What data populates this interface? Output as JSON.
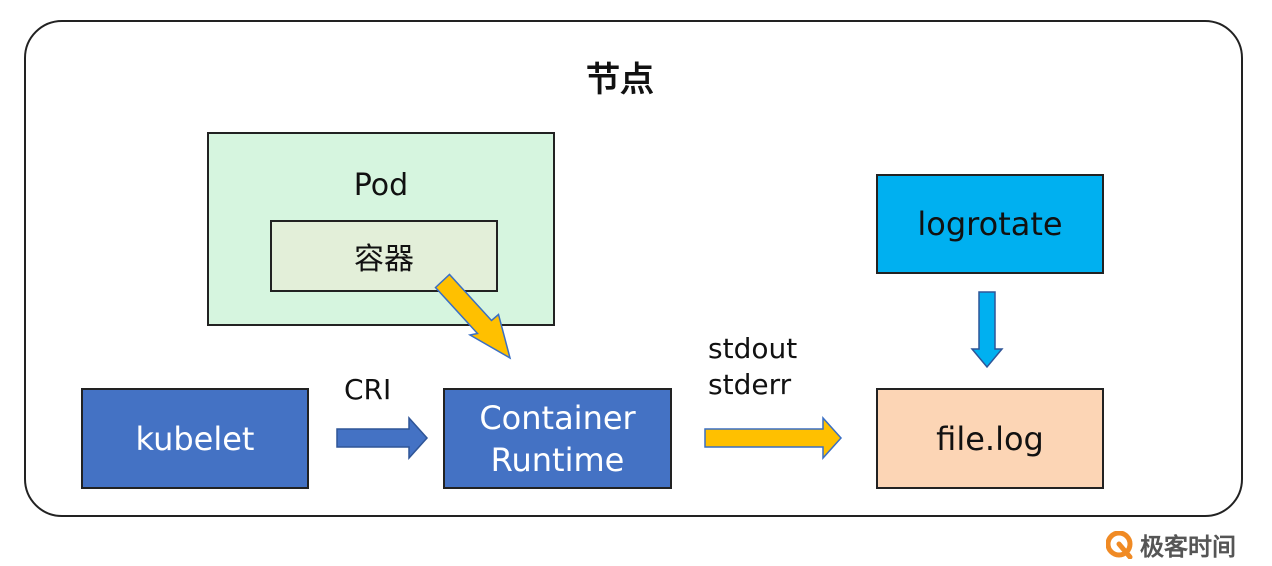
{
  "diagram": {
    "node_title": "节点",
    "pod_label": "Pod",
    "container_label": "容器",
    "logrotate_label": "logrotate",
    "kubelet_label": "kubelet",
    "runtime_line1": "Container",
    "runtime_line2": "Runtime",
    "filelog_label": "file.log",
    "cri_label": "CRI",
    "stdout_label": "stdout",
    "stderr_label": "stderr"
  },
  "watermark": {
    "text": "极客时间"
  },
  "colors": {
    "pod_fill": "#d6f5df",
    "container_fill": "#e3efd9",
    "logrotate_fill": "#00b0f0",
    "blue_box_fill": "#4472c4",
    "filelog_fill": "#fcd5b5",
    "yellow_arrow": "#ffc000",
    "blue_arrow": "#4472c4",
    "logo_orange": "#f08a24"
  }
}
